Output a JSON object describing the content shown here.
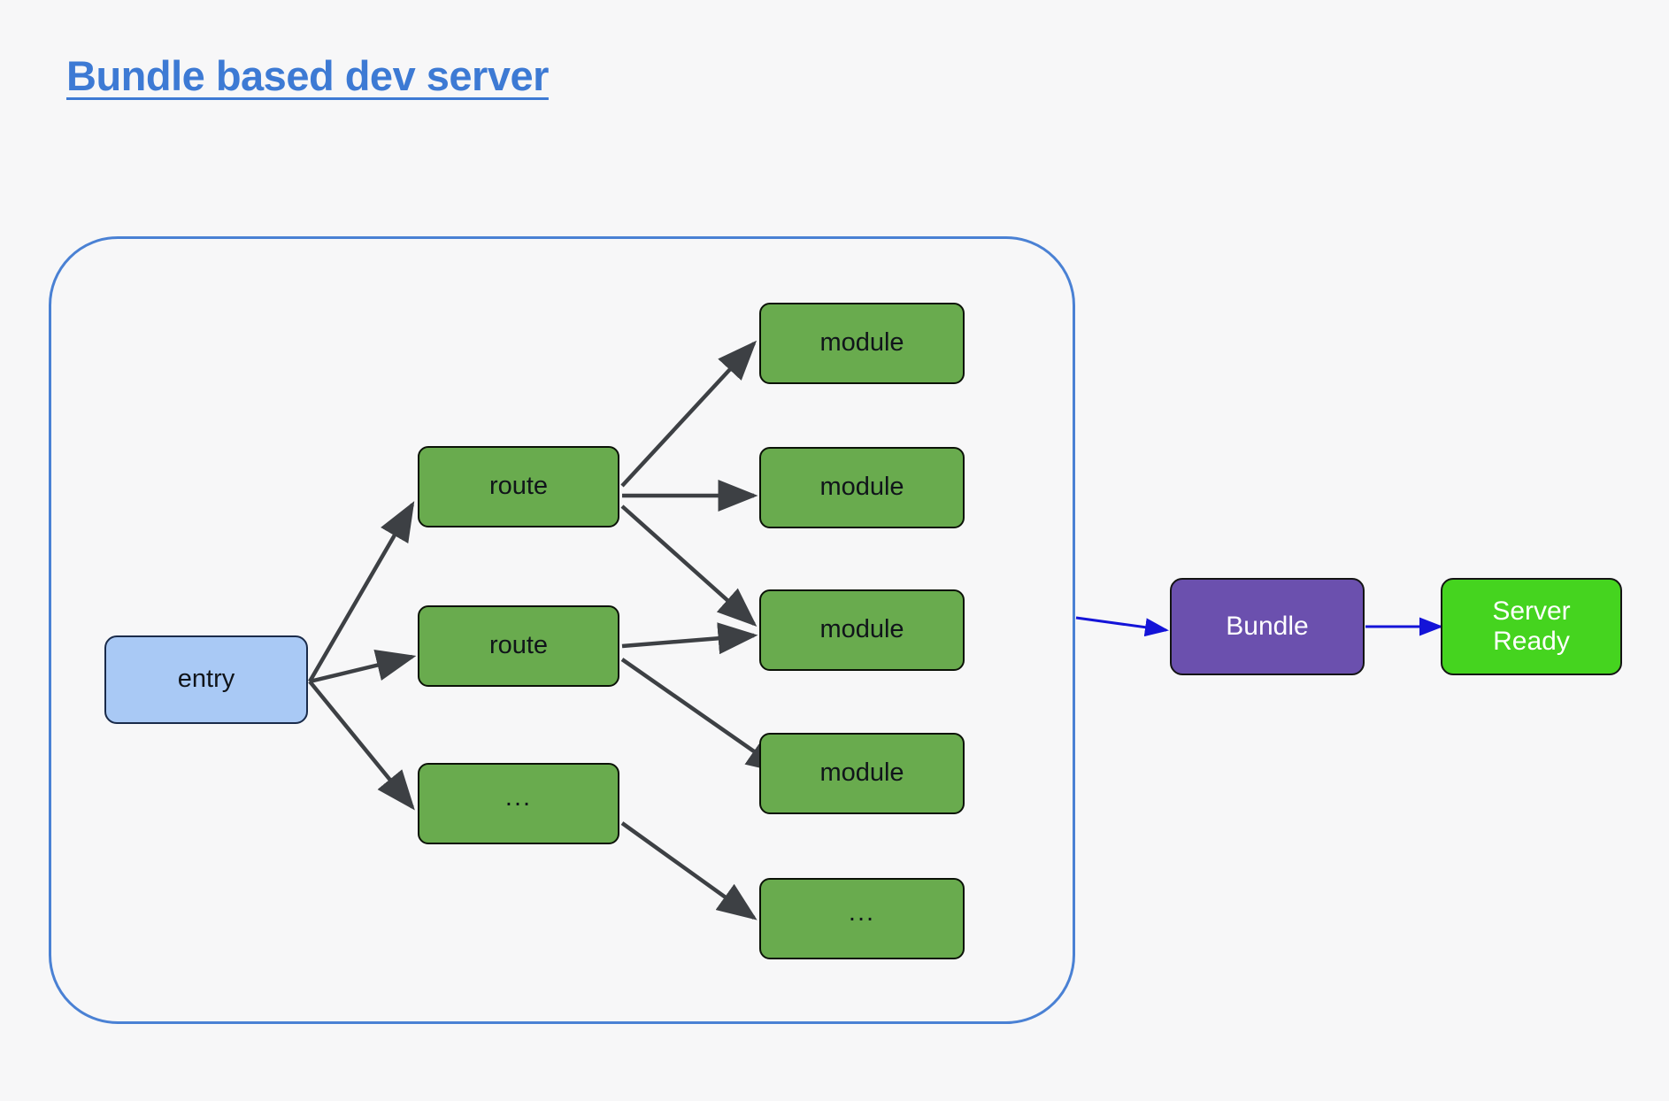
{
  "page": {
    "title": "Bundle based dev server",
    "background_color": "#f7f7f8"
  },
  "colors": {
    "title_blue": "#3d7ad4",
    "group_border_blue": "#4a81d4",
    "entry_fill": "#a9c9f5",
    "node_green": "#69ab4e",
    "bundle_purple": "#6b50ae",
    "server_green": "#45d41f",
    "edge_gray": "#3d4044",
    "edge_blue": "#1414d8",
    "node_text_dark": "#10141a",
    "node_text_light": "#ffffff"
  },
  "diagram": {
    "type": "flow",
    "group_label": "",
    "nodes": [
      {
        "id": "entry",
        "label": "entry",
        "kind": "entry",
        "column": "left"
      },
      {
        "id": "route1",
        "label": "route",
        "kind": "green",
        "column": "middle"
      },
      {
        "id": "route2",
        "label": "route",
        "kind": "green",
        "column": "middle"
      },
      {
        "id": "routeDots",
        "label": "...",
        "kind": "green",
        "column": "middle"
      },
      {
        "id": "module1",
        "label": "module",
        "kind": "green",
        "column": "right"
      },
      {
        "id": "module2",
        "label": "module",
        "kind": "green",
        "column": "right"
      },
      {
        "id": "module3",
        "label": "module",
        "kind": "green",
        "column": "right"
      },
      {
        "id": "module4",
        "label": "module",
        "kind": "green",
        "column": "right"
      },
      {
        "id": "moduleDots",
        "label": "...",
        "kind": "green",
        "column": "right"
      },
      {
        "id": "bundle",
        "label": "Bundle",
        "kind": "bundle",
        "column": "outer"
      },
      {
        "id": "serverReady",
        "label_line1": "Server",
        "label_line2": "Ready",
        "kind": "server",
        "column": "outer"
      }
    ],
    "edges": [
      {
        "from": "entry",
        "to": "route1",
        "style": "gray-arrow"
      },
      {
        "from": "entry",
        "to": "route2",
        "style": "gray-arrow"
      },
      {
        "from": "entry",
        "to": "routeDots",
        "style": "gray-arrow"
      },
      {
        "from": "route1",
        "to": "module1",
        "style": "gray-arrow"
      },
      {
        "from": "route1",
        "to": "module2",
        "style": "gray-arrow"
      },
      {
        "from": "route1",
        "to": "module3",
        "style": "gray-arrow"
      },
      {
        "from": "route2",
        "to": "module3",
        "style": "gray-arrow"
      },
      {
        "from": "route2",
        "to": "module4",
        "style": "gray-arrow"
      },
      {
        "from": "routeDots",
        "to": "moduleDots",
        "style": "gray-arrow"
      },
      {
        "from": "group",
        "to": "bundle",
        "style": "blue-arrow"
      },
      {
        "from": "bundle",
        "to": "serverReady",
        "style": "blue-arrow"
      }
    ]
  }
}
